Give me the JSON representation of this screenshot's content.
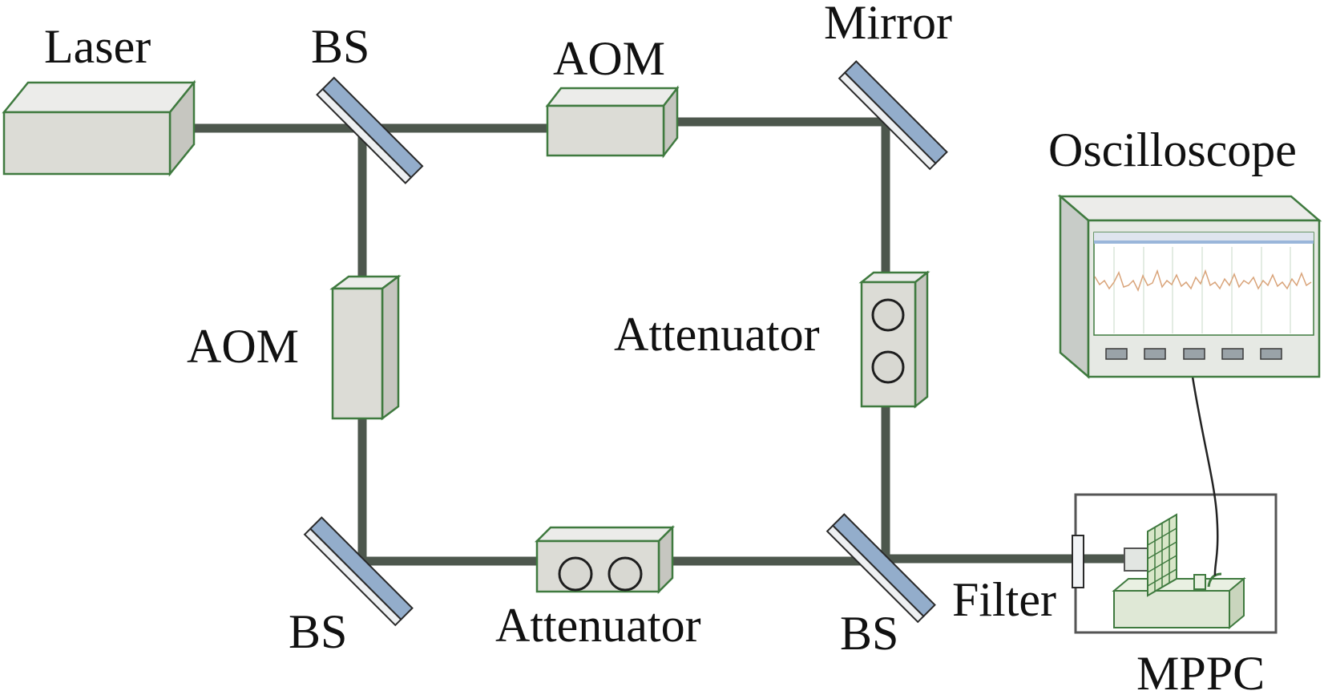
{
  "labels": {
    "laser": "Laser",
    "bs_top": "BS",
    "aom_top": "AOM",
    "mirror": "Mirror",
    "oscilloscope": "Oscilloscope",
    "aom_left": "AOM",
    "attenuator_right": "Attenuator",
    "bs_bottom_left": "BS",
    "attenuator_bottom": "Attenuator",
    "bs_bottom_right": "BS",
    "filter": "Filter",
    "mppc": "MPPC"
  },
  "colors": {
    "beam": "#4d574d",
    "box_fill": "#dcdcd6",
    "box_outline": "#3f7a3f",
    "mirror_face": "#93adcb",
    "screen_trace": "#d9a47a"
  }
}
